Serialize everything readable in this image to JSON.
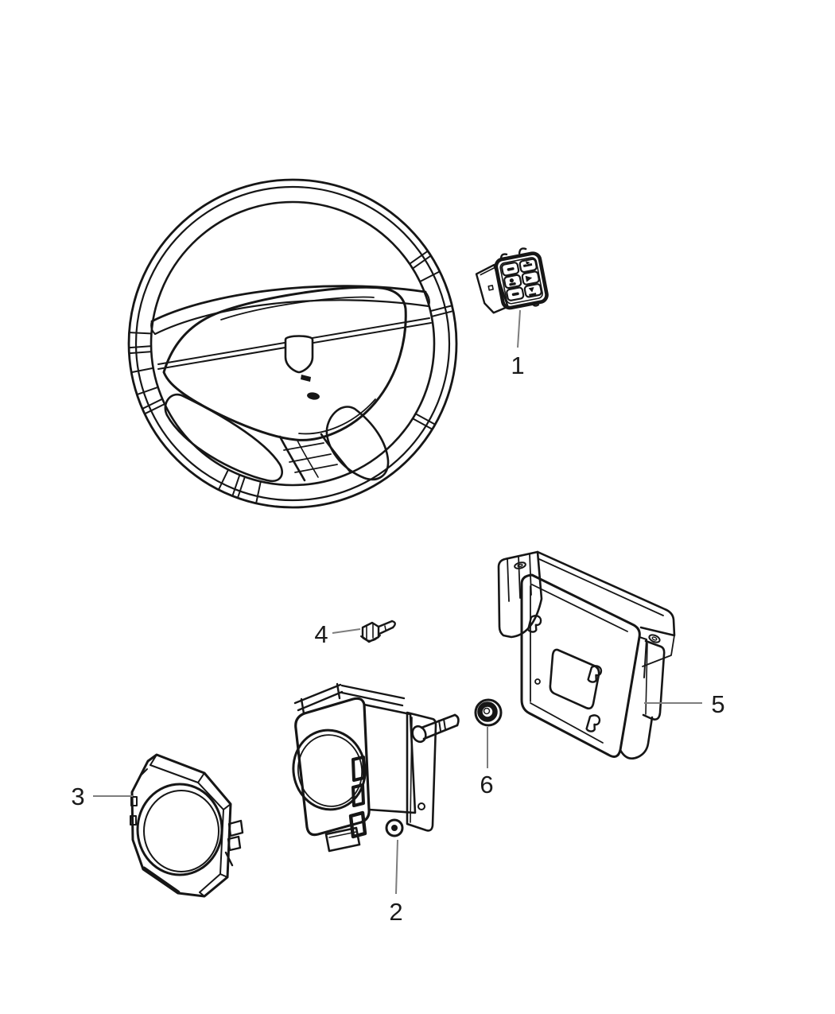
{
  "diagram": {
    "type": "exploded-parts-diagram",
    "background_color": "#ffffff",
    "line_color": "#161616",
    "leader_color": "#7d7d7d",
    "callouts": [
      {
        "number": "1",
        "part": "steering-wheel-switch-pod"
      },
      {
        "number": "2",
        "part": "speed-control-radar-sensor"
      },
      {
        "number": "3",
        "part": "sensor-cover-bezel"
      },
      {
        "number": "4",
        "part": "mounting-screw"
      },
      {
        "number": "5",
        "part": "sensor-mounting-bracket"
      },
      {
        "number": "6",
        "part": "mounting-nut"
      }
    ]
  }
}
